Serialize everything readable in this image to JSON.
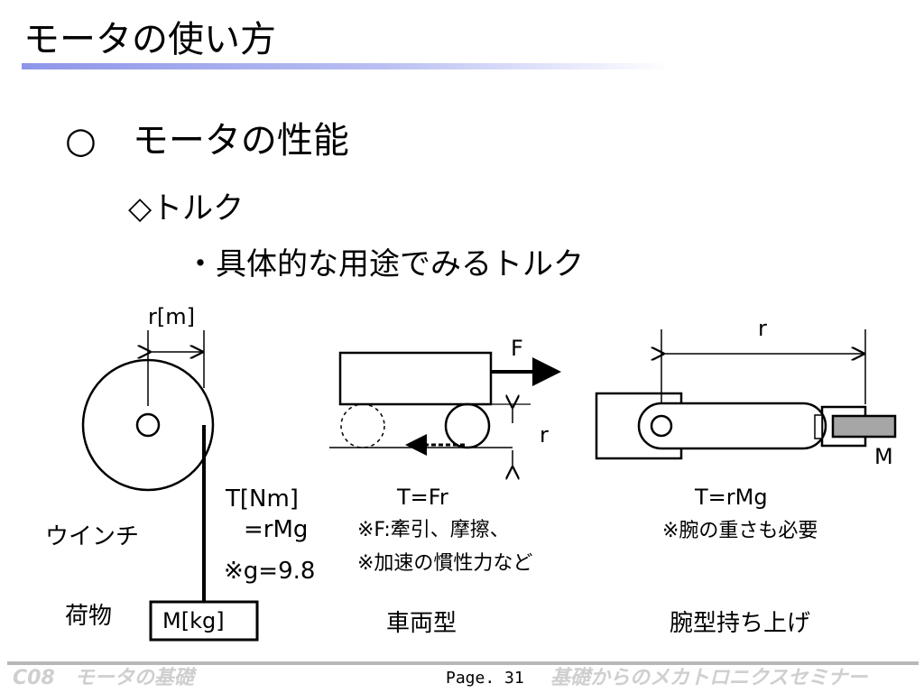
{
  "slide": {
    "title": "モータの使い方",
    "heading": "○　モータの性能",
    "subheading": "◇トルク",
    "bullet": "・具体的な用途でみるトルク"
  },
  "winch": {
    "radius_label": "r[m]",
    "name": "ウインチ",
    "load_label": "荷物",
    "mass_label": "M[kg]",
    "torque_line1": "T[Nm]",
    "torque_line2": "=rMg",
    "gravity_note": "※g=9.8"
  },
  "vehicle": {
    "force_label": "F",
    "radius_label": "r",
    "formula": "T=Fr",
    "note_line1": "※F:牽引、摩擦、",
    "note_line2": "※加速の慣性力など",
    "name": "車両型"
  },
  "arm": {
    "radius_label": "r",
    "mass_label": "M",
    "formula": "T=rMg",
    "note": "※腕の重さも必要",
    "name": "腕型持ち上げ"
  },
  "footer": {
    "left": "C08　モータの基礎",
    "page": "Page. 31",
    "right": "基礎からのメカトロニクスセミナー"
  },
  "colors": {
    "title_rule": "#8e96e8",
    "footer_text": "#cfcfcf",
    "arm_weight_fill": "#a6a6a6"
  }
}
